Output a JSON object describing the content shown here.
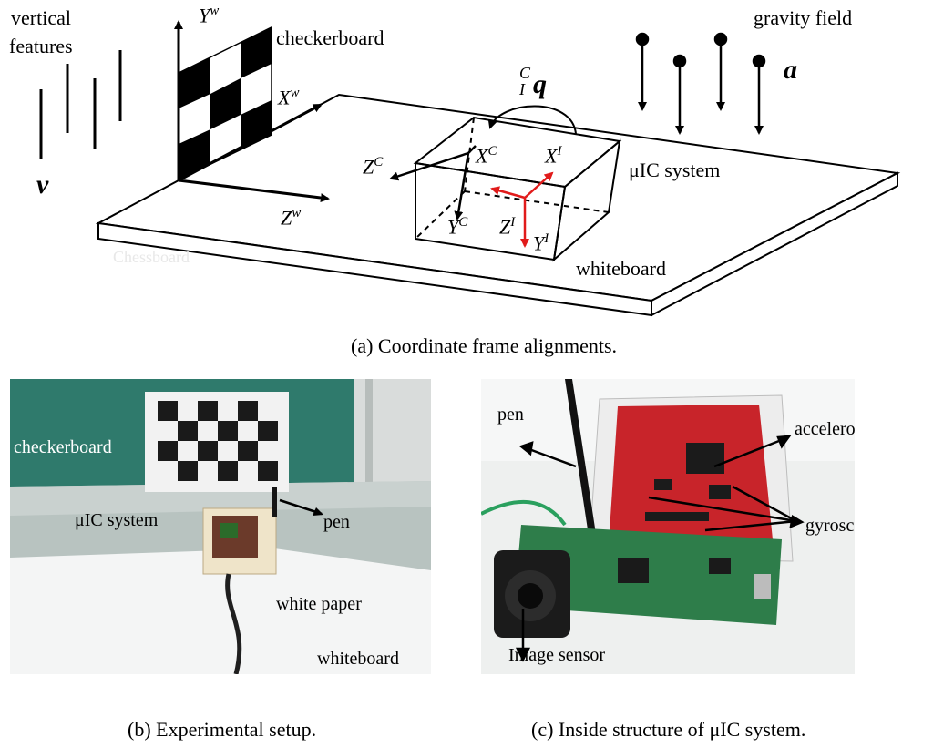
{
  "diagram_a": {
    "labels": {
      "vertical_features_line1": "vertical",
      "vertical_features_line2": "features",
      "v": "v",
      "yw": "Y",
      "yw_sup": "w",
      "checkerboard": "checkerboard",
      "xw": "X",
      "xw_sup": "w",
      "zw": "Z",
      "zw_sup": "w",
      "q_sup": "C",
      "q_sub": "I",
      "q": "q",
      "gravity_field": "gravity field",
      "a": "a",
      "zc": "Z",
      "zc_sup": "C",
      "xc": "X",
      "xc_sup": "C",
      "xi": "X",
      "xi_sup": "I",
      "yc": "Y",
      "yc_sup": "C",
      "zi": "Z",
      "zi_sup": "I",
      "yi": "Y",
      "yi_sup": "I",
      "uic_system": "μIC system",
      "whiteboard": "whiteboard",
      "chessboard_watermark": "Chessboard"
    },
    "caption": "(a) Coordinate frame alignments."
  },
  "photo_b": {
    "labels": {
      "checkerboard": "checkerboard",
      "uic_system": "μIC system",
      "pen": "pen",
      "white_paper": "white paper",
      "whiteboard": "whiteboard"
    },
    "caption": "(b) Experimental setup."
  },
  "photo_c": {
    "labels": {
      "pen": "pen",
      "accelerometer": "accelerometer",
      "gyroscopes": "gyroscopes",
      "image_sensor": "Image sensor"
    },
    "caption": "(c) Inside structure of μIC system."
  },
  "colors": {
    "imu_axes": "#e11b1b",
    "background_wall": "#2f7a6c",
    "board_red": "#c8242a",
    "pcb_green": "#2e7d4a"
  }
}
